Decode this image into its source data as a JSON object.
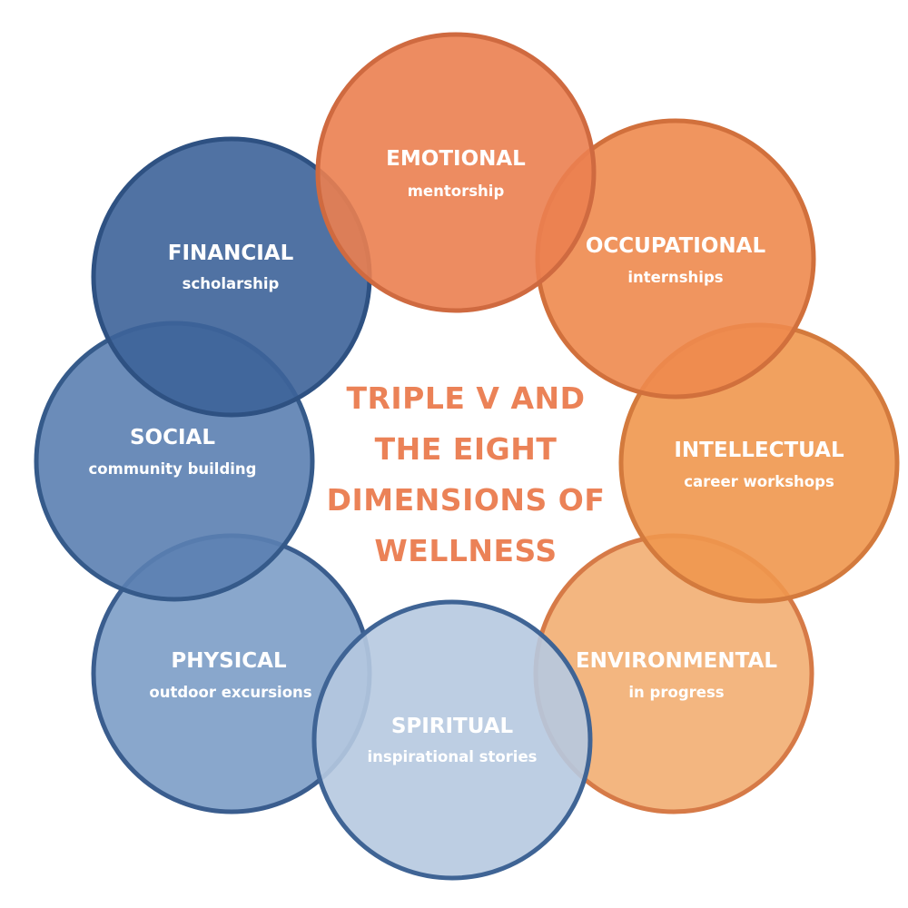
{
  "title_lines": [
    "TRIPLE V AND",
    "THE EIGHT",
    "DIMENSIONS OF",
    "WELLNESS"
  ],
  "title_color": "#EB8257",
  "dimensions": [
    {
      "key": "emotional",
      "name": "EMOTIONAL",
      "activity": "mentorship",
      "fill": "#EB7F50",
      "stroke": "#CF6A40"
    },
    {
      "key": "occupational",
      "name": "OCCUPATIONAL",
      "activity": "internships",
      "fill": "#EE8A4E",
      "stroke": "#D1703C"
    },
    {
      "key": "intellectual",
      "name": "INTELLECTUAL",
      "activity": "career workshops",
      "fill": "#F0974E",
      "stroke": "#D37A3D"
    },
    {
      "key": "environmental",
      "name": "ENVIRONMENTAL",
      "activity": "in progress",
      "fill": "#F2AE72",
      "stroke": "#D67A47"
    },
    {
      "key": "spiritual",
      "name": "SPIRITUAL",
      "activity": "inspirational stories",
      "fill": "#B6C9E0",
      "stroke": "#3F6495"
    },
    {
      "key": "physical",
      "name": "PHYSICAL",
      "activity": "outdoor excursions",
      "fill": "#7C9DC7",
      "stroke": "#3A5D8E"
    },
    {
      "key": "social",
      "name": "SOCIAL",
      "activity": "community building",
      "fill": "#5B7FB1",
      "stroke": "#355A8A"
    },
    {
      "key": "financial",
      "name": "FINANCIAL",
      "activity": "scholarship",
      "fill": "#3D6399",
      "stroke": "#2E5182"
    }
  ]
}
